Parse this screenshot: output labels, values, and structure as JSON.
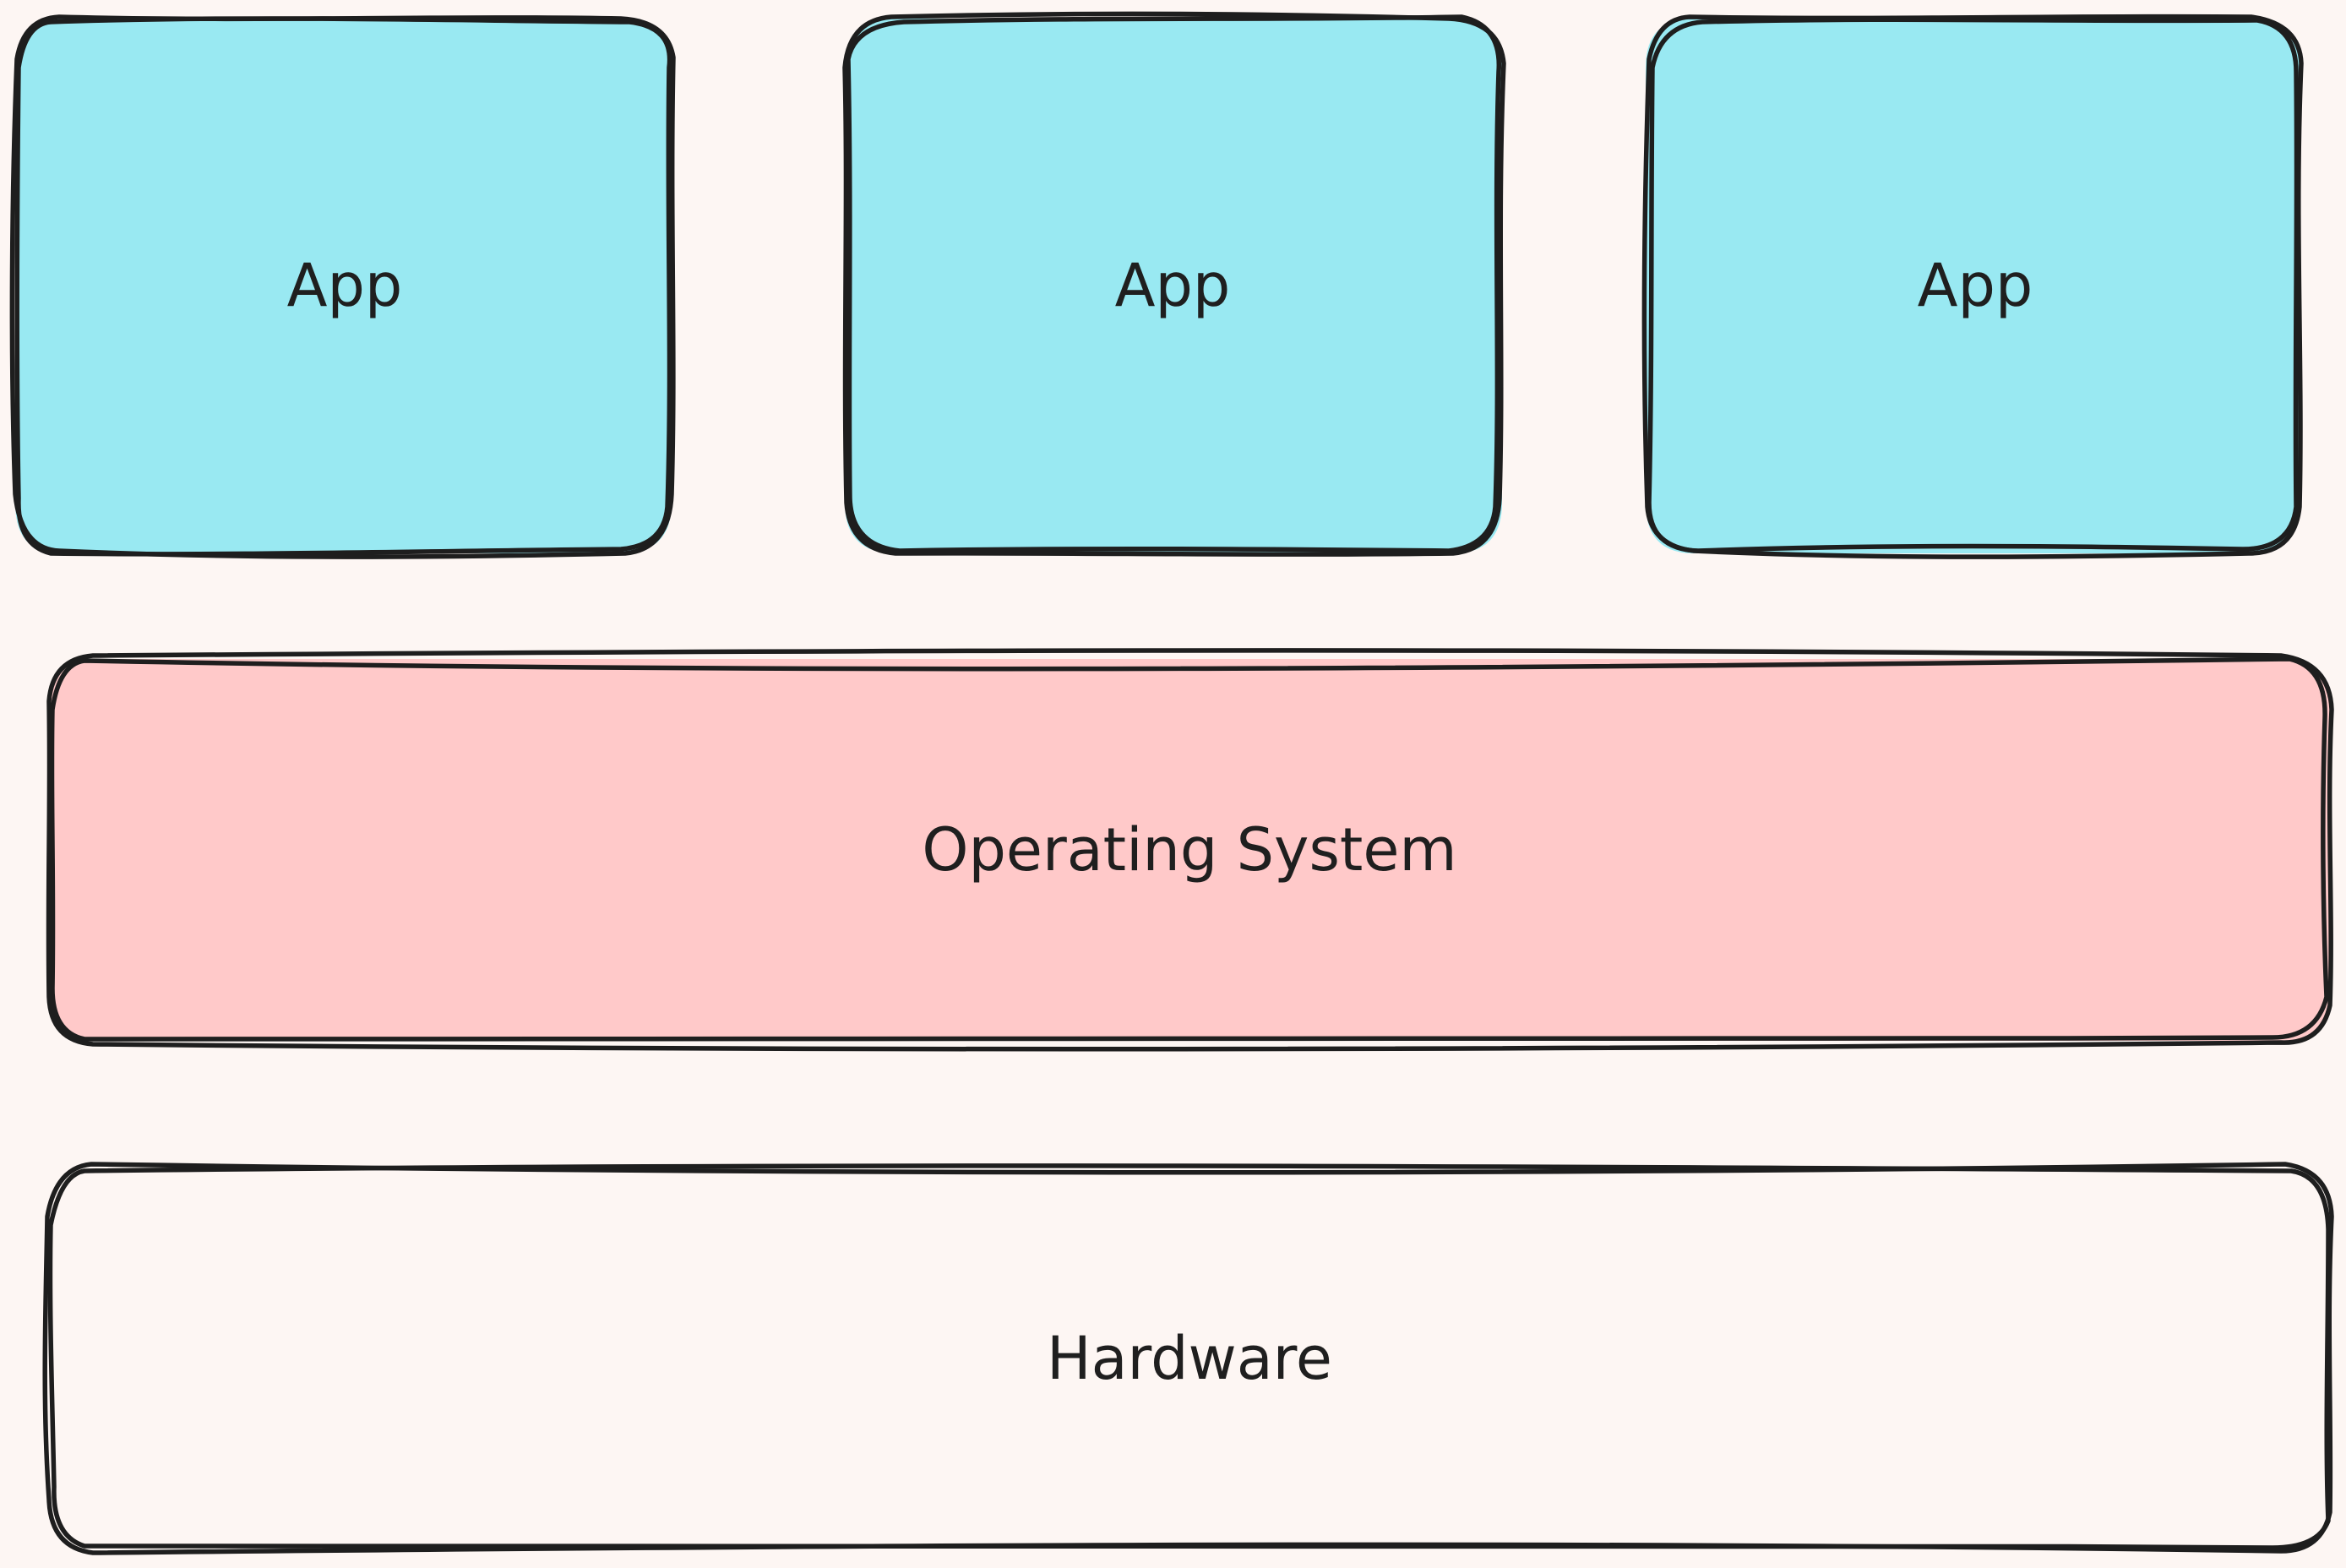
{
  "diagram": {
    "apps": [
      {
        "label": "App"
      },
      {
        "label": "App"
      },
      {
        "label": "App"
      }
    ],
    "operating_system": {
      "label": "Operating System"
    },
    "hardware": {
      "label": "Hardware"
    }
  },
  "colors": {
    "background": "#fdf6f3",
    "app_fill": "#99e9f2",
    "os_fill": "#ffc9c9",
    "hardware_fill": "#fdf6f3",
    "stroke": "#1e1e1e",
    "text": "#1f1f1f"
  }
}
